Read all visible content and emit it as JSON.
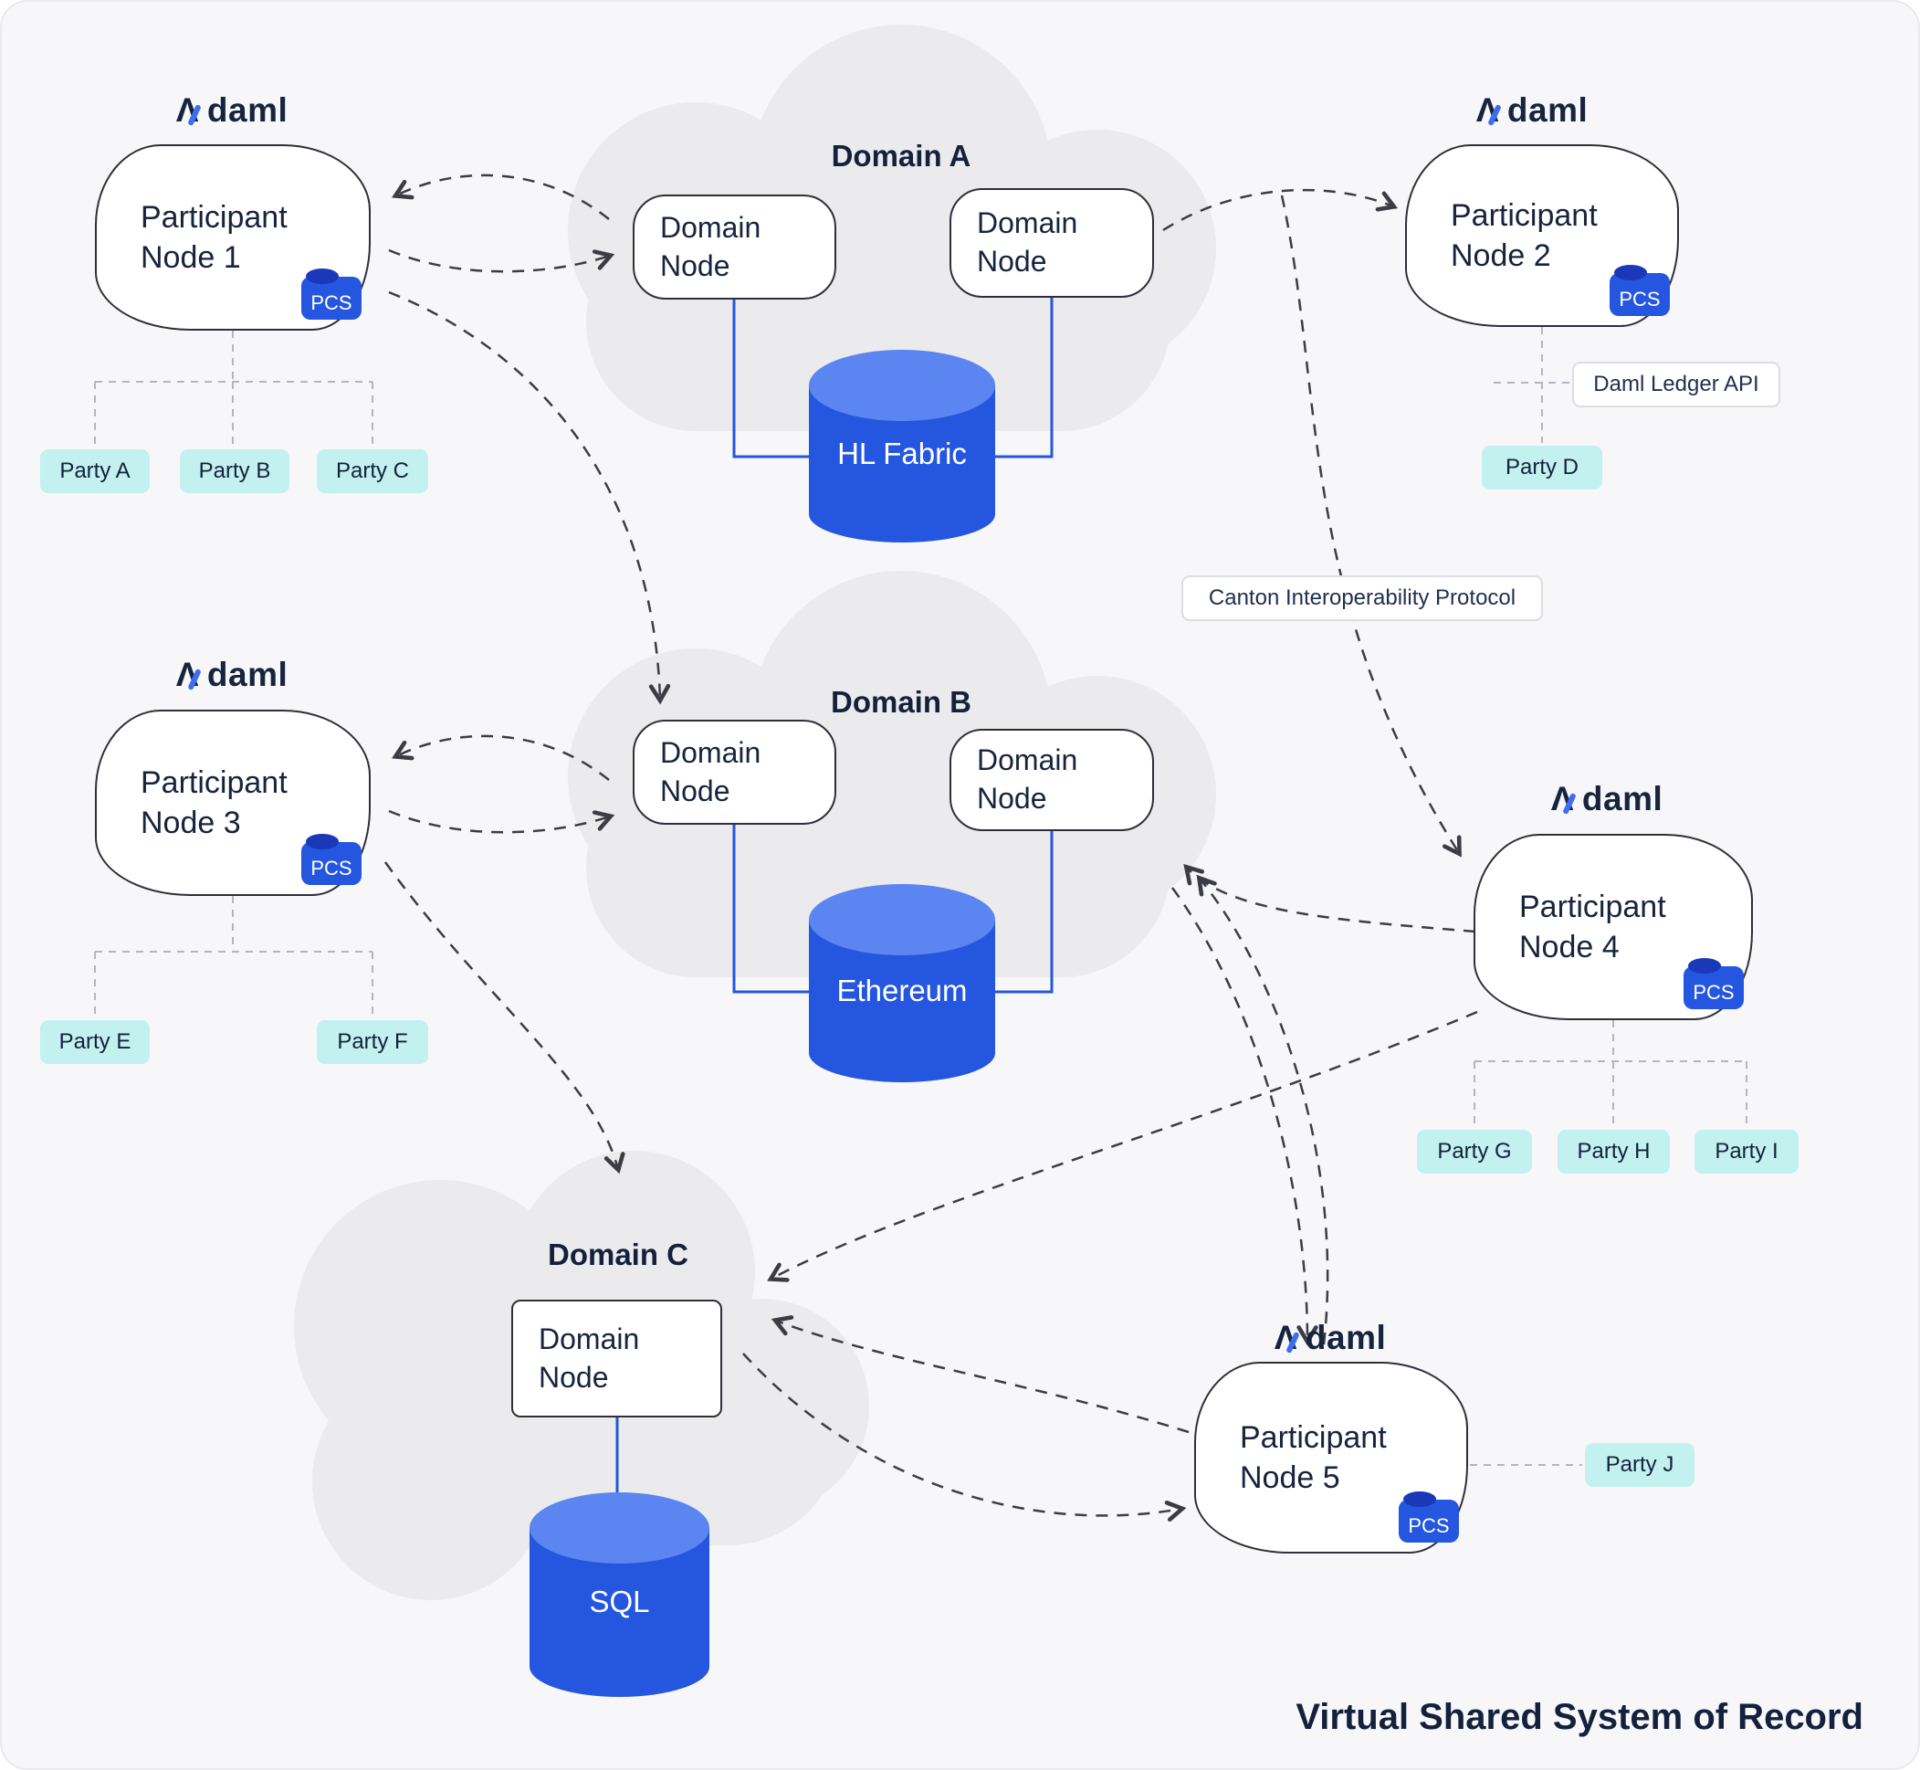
{
  "page": {
    "title": "Virtual Shared System of Record"
  },
  "logo": {
    "mark": "Λ",
    "word": "daml"
  },
  "participant_nodes": [
    {
      "label": "Participant Node 1",
      "badge": "PCS"
    },
    {
      "label": "Participant Node 2",
      "badge": "PCS"
    },
    {
      "label": "Participant Node 3",
      "badge": "PCS"
    },
    {
      "label": "Participant Node 4",
      "badge": "PCS"
    },
    {
      "label": "Participant Node 5",
      "badge": "PCS"
    }
  ],
  "domains": [
    {
      "name": "Domain A",
      "node_label": "Domain Node",
      "ledger": "HL Fabric"
    },
    {
      "name": "Domain B",
      "node_label": "Domain Node",
      "ledger": "Ethereum"
    },
    {
      "name": "Domain C",
      "node_label": "Domain Node",
      "ledger": "SQL"
    }
  ],
  "parties": {
    "pn1": [
      "Party A",
      "Party B",
      "Party C"
    ],
    "pn2": [
      "Party D"
    ],
    "pn3": [
      "Party E",
      "Party F"
    ],
    "pn4": [
      "Party G",
      "Party H",
      "Party I"
    ],
    "pn5": [
      "Party J"
    ]
  },
  "callouts": {
    "ledger_api": "Daml Ledger API",
    "canton": "Canton Interoperability Protocol"
  },
  "colors": {
    "blue": "#2456df",
    "blue_light": "#5b85f0",
    "cloud": "#ebebed",
    "party": "#c2f1ef",
    "navy": "#14213c",
    "arrow": "#3c3c44"
  }
}
